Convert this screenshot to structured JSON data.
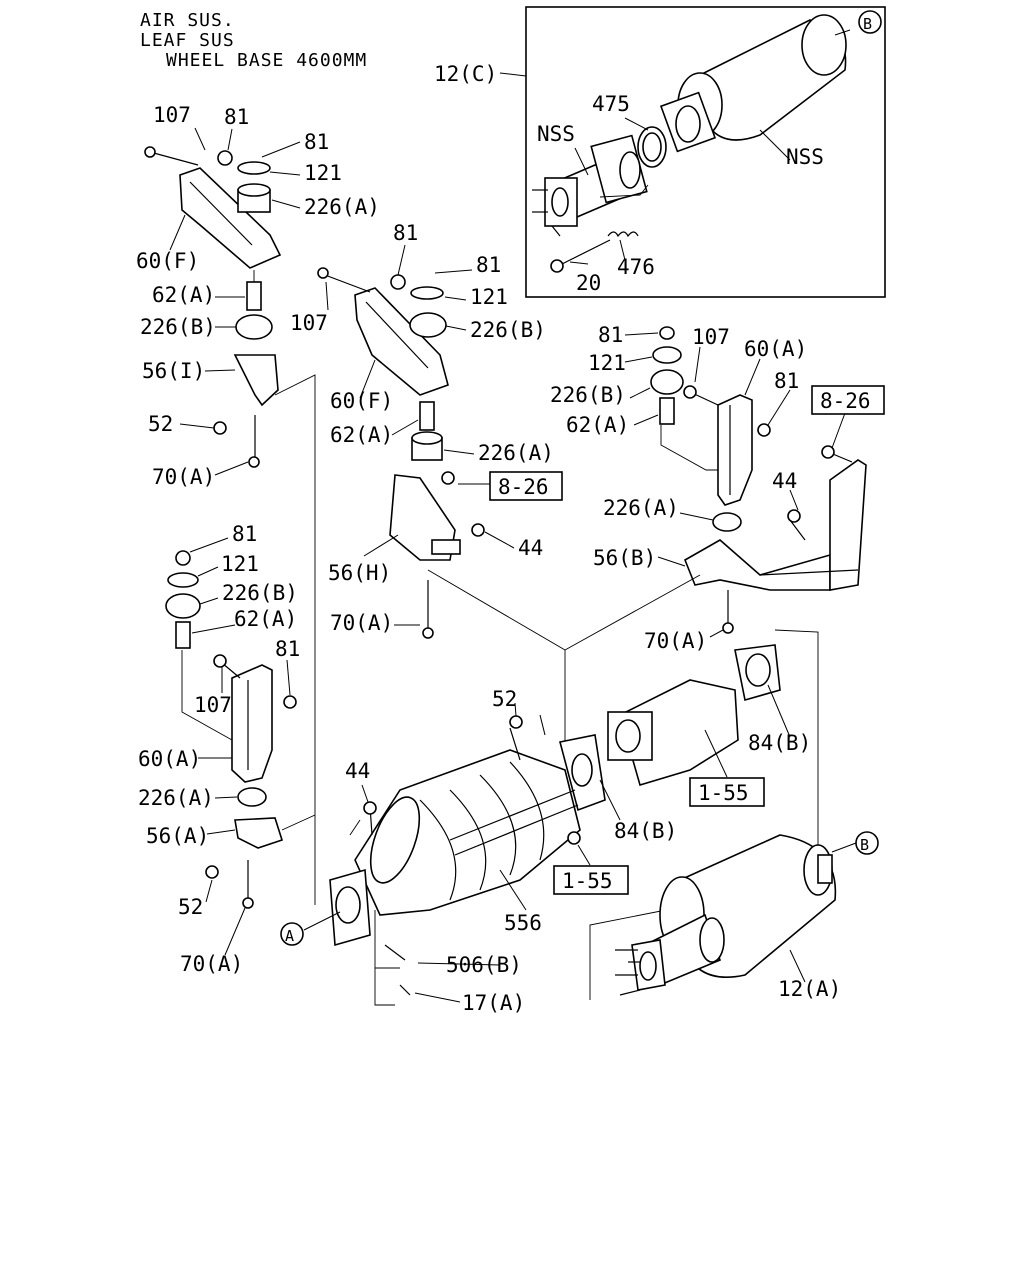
{
  "header": {
    "line1": "AIR SUS.",
    "line2": "LEAF SUS",
    "line3": "WHEEL BASE 4600MM"
  },
  "labels": {
    "n107": "107",
    "n81": "81",
    "n121": "121",
    "n226A": "226(A)",
    "n226B": "226(B)",
    "n60F": "60(F)",
    "n60A": "60(A)",
    "n62A": "62(A)",
    "n56I": "56(I)",
    "n56H": "56(H)",
    "n56B": "56(B)",
    "n56A": "56(A)",
    "n52": "52",
    "n70A": "70(A)",
    "n44": "44",
    "n12C": "12(C)",
    "n12A": "12(A)",
    "n475": "475",
    "n476": "476",
    "n20": "20",
    "nss": "NSS",
    "n84B": "84(B)",
    "n556": "556",
    "n506B": "506(B)",
    "n17A": "17(A)"
  },
  "refs": {
    "r826": "8-26",
    "r155": "1-55"
  },
  "callouts": {
    "a": "A",
    "b": "B"
  }
}
